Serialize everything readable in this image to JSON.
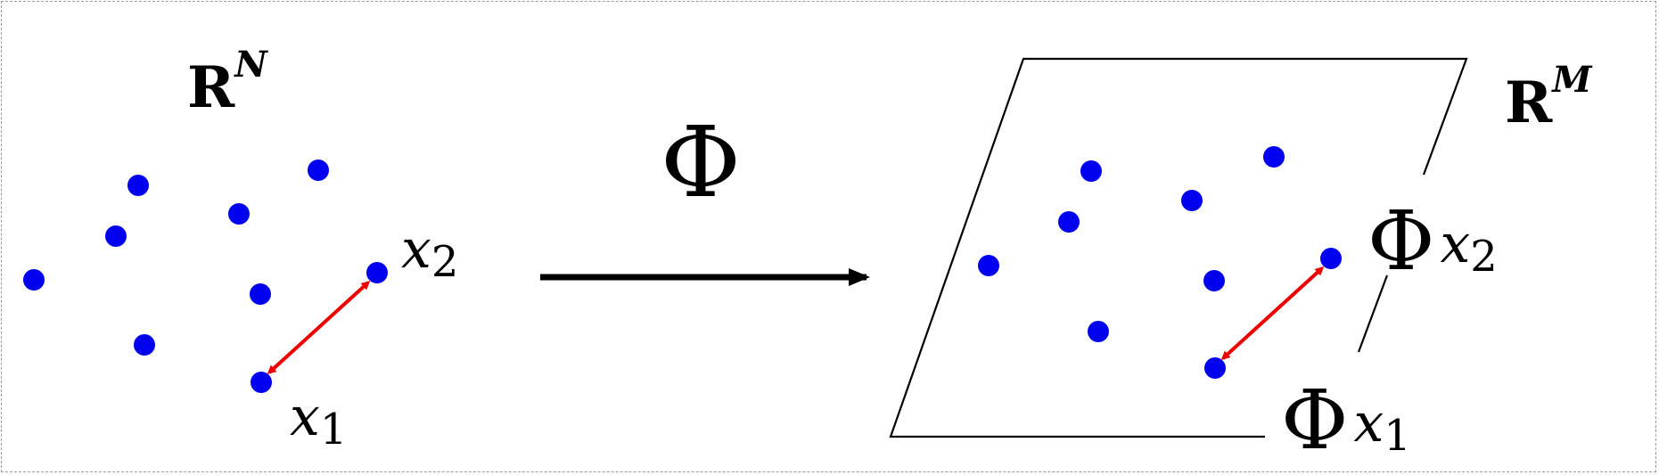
{
  "left_space": {
    "label_base": "R",
    "label_sup": "N",
    "point_labels": {
      "x2": "x",
      "x2_sub": "2",
      "x1": "x",
      "x1_sub": "1"
    }
  },
  "mapping": {
    "symbol": "Φ"
  },
  "right_space": {
    "label_base": "R",
    "label_sup": "M",
    "point_labels": {
      "phi_x2_phi": "Φ",
      "phi_x2": "x",
      "phi_x2_sub": "2",
      "phi_x1_phi": "Φ",
      "phi_x1": "x",
      "phi_x1_sub": "1"
    }
  },
  "colors": {
    "points": "#0000ee",
    "distance_arrow": "#ee0000",
    "lines": "#000000"
  }
}
